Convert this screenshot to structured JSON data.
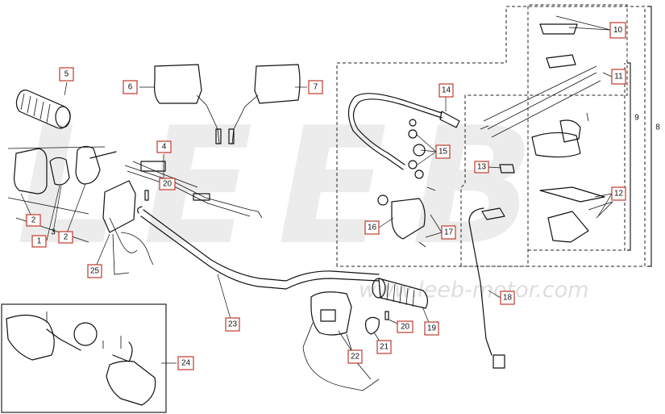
{
  "watermark": {
    "big_text": "LEEB",
    "url_text": "www.leeb-motor.com"
  },
  "callouts": [
    {
      "id": "c1",
      "label": "1"
    },
    {
      "id": "c2a",
      "label": "2"
    },
    {
      "id": "c2b",
      "label": "2"
    },
    {
      "id": "c3",
      "label": "3"
    },
    {
      "id": "c4",
      "label": "4"
    },
    {
      "id": "c5",
      "label": "5"
    },
    {
      "id": "c6",
      "label": "6"
    },
    {
      "id": "c7",
      "label": "7"
    },
    {
      "id": "c8",
      "label": "8"
    },
    {
      "id": "c9",
      "label": "9"
    },
    {
      "id": "c10",
      "label": "10"
    },
    {
      "id": "c11",
      "label": "11"
    },
    {
      "id": "c12",
      "label": "12"
    },
    {
      "id": "c13",
      "label": "13"
    },
    {
      "id": "c14",
      "label": "14"
    },
    {
      "id": "c15",
      "label": "15"
    },
    {
      "id": "c16",
      "label": "16"
    },
    {
      "id": "c17",
      "label": "17"
    },
    {
      "id": "c18",
      "label": "18"
    },
    {
      "id": "c19",
      "label": "19"
    },
    {
      "id": "c20a",
      "label": "20"
    },
    {
      "id": "c20b",
      "label": "20"
    },
    {
      "id": "c21",
      "label": "21"
    },
    {
      "id": "c22",
      "label": "22"
    },
    {
      "id": "c23",
      "label": "23"
    },
    {
      "id": "c24",
      "label": "24"
    },
    {
      "id": "c25",
      "label": "25"
    }
  ]
}
